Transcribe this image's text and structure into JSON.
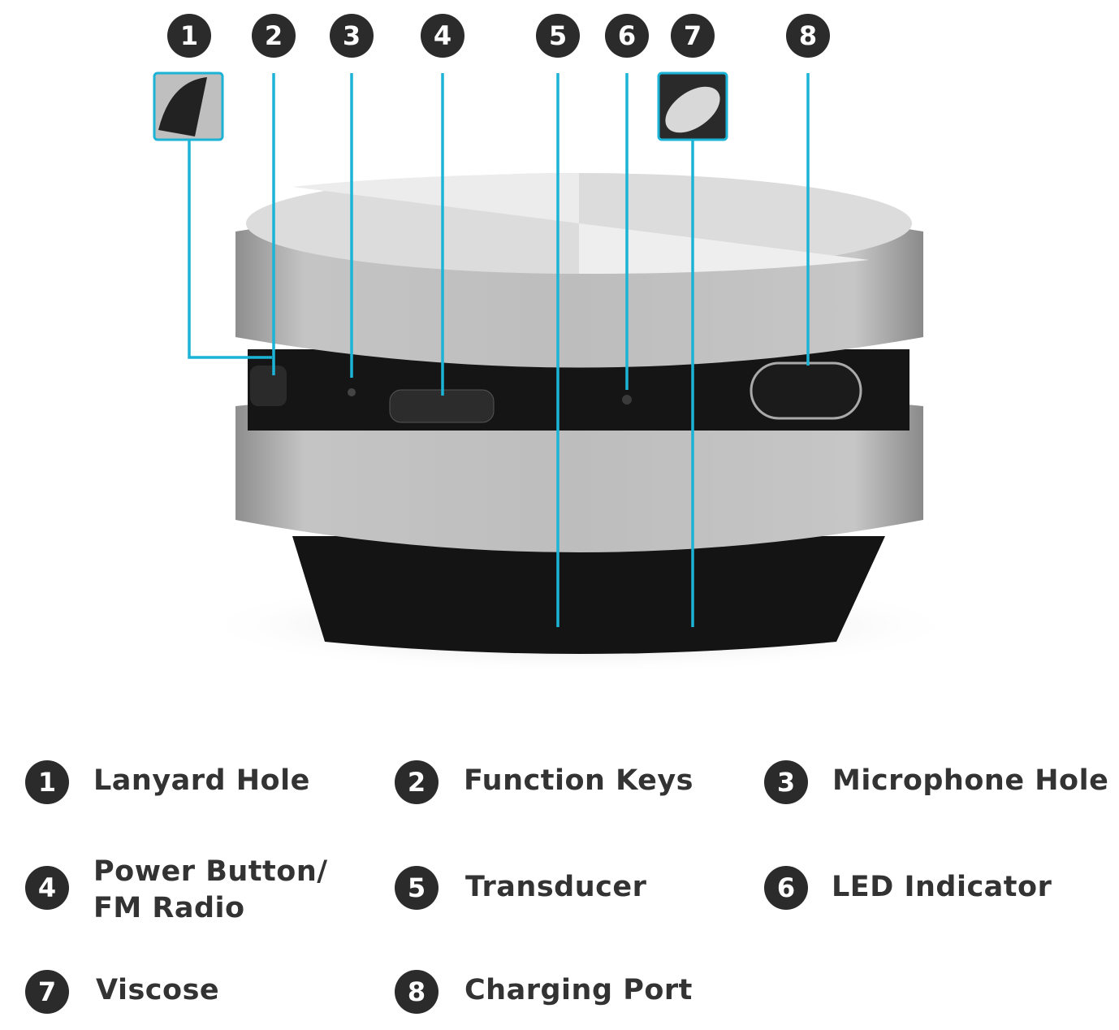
{
  "callouts": [
    {
      "num": "1",
      "label": "Lanyard Hole"
    },
    {
      "num": "2",
      "label": "Function Keys"
    },
    {
      "num": "3",
      "label": "Microphone Hole"
    },
    {
      "num": "4",
      "label": "Power Button/",
      "label2": "FM Radio"
    },
    {
      "num": "5",
      "label": "Transducer"
    },
    {
      "num": "6",
      "label": "LED Indicator"
    },
    {
      "num": "7",
      "label": "Viscose"
    },
    {
      "num": "8",
      "label": "Charging Port"
    }
  ],
  "colors": {
    "leader": "#1bb3d6",
    "badge": "#2b2b2b",
    "text": "#333333"
  }
}
